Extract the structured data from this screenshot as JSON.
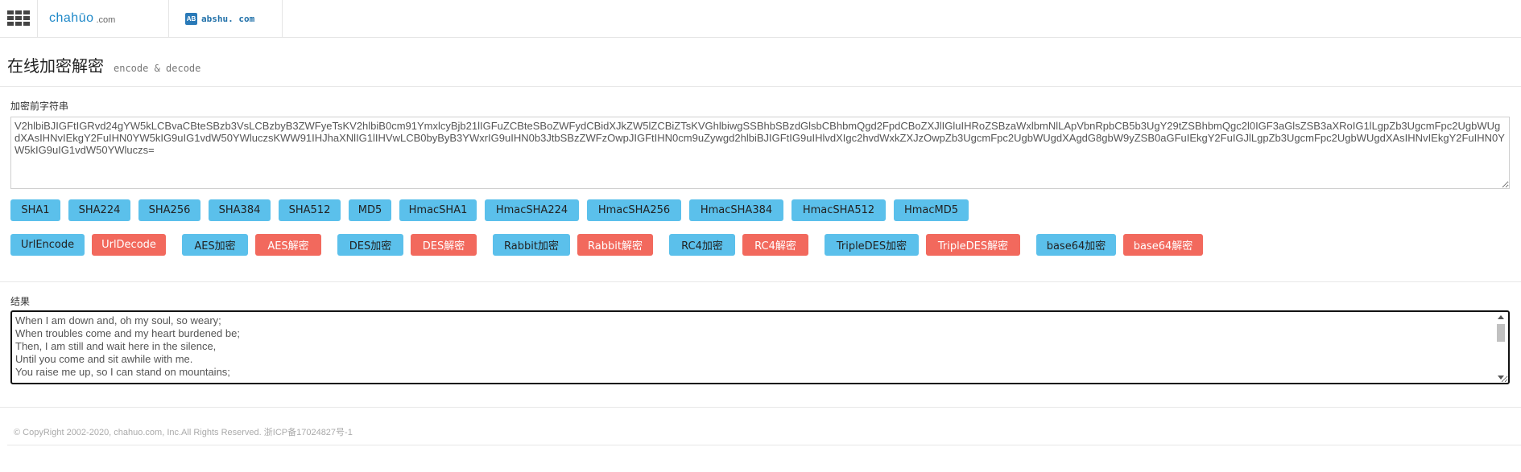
{
  "header": {
    "logo_main": "chahūo",
    "logo_sub": ".com",
    "abshu_badge": "AB",
    "abshu_label": "abshu. com"
  },
  "page": {
    "title": "在线加密解密",
    "subtitle": "encode & decode"
  },
  "input": {
    "label": "加密前字符串",
    "value": "V2hlbiBJIGFtIGRvd24gYW5kLCBvaCBteSBzb3VsLCBzbyB3ZWFyeTsKV2hlbiB0cm91YmxlcyBjb21lIGFuZCBteSBoZWFydCBidXJkZW5lZCBiZTsKVGhlbiwgSSBhbSBzdGlsbCBhbmQgd2FpdCBoZXJlIGluIHRoZSBzaWxlbmNlLApVbnRpbCB5b3UgY29tZSBhbmQgc2l0IGF3aGlsZSB3aXRoIG1lLgpZb3UgcmFpc2UgbWUgdXAsIHNvIEkgY2FuIHN0YW5kIG9uIG1vdW50YWluczsKWW91IHJhaXNlIG1lIHVwLCB0byByB3YWxrIG9uIHN0b3JtbSBzZWFzOwpJIGFtIHN0cm9uZywgd2hlbiBJIGFtIG9uIHlvdXIgc2hvdWxkZXJzOwpZb3UgcmFpc2UgbWUgdXAgdG8gbW9yZSB0aGFuIEkgY2FuIGJlLgpZb3UgcmFpc2UgbWUgdXAsIHNvIEkgY2FuIHN0YW5kIG9uIG1vdW50YWluczs="
  },
  "buttons": {
    "row1": [
      "SHA1",
      "SHA224",
      "SHA256",
      "SHA384",
      "SHA512",
      "MD5",
      "HmacSHA1",
      "HmacSHA224",
      "HmacSHA256",
      "HmacSHA384",
      "HmacSHA512",
      "HmacMD5"
    ],
    "row2": [
      {
        "label": "UrlEncode",
        "kind": "encode"
      },
      {
        "label": "UrlDecode",
        "kind": "decode"
      },
      {
        "label": "AES加密",
        "kind": "encode"
      },
      {
        "label": "AES解密",
        "kind": "decode"
      },
      {
        "label": "DES加密",
        "kind": "encode"
      },
      {
        "label": "DES解密",
        "kind": "decode"
      },
      {
        "label": "Rabbit加密",
        "kind": "encode"
      },
      {
        "label": "Rabbit解密",
        "kind": "decode"
      },
      {
        "label": "RC4加密",
        "kind": "encode"
      },
      {
        "label": "RC4解密",
        "kind": "decode"
      },
      {
        "label": "TripleDES加密",
        "kind": "encode"
      },
      {
        "label": "TripleDES解密",
        "kind": "decode"
      },
      {
        "label": "base64加密",
        "kind": "encode"
      },
      {
        "label": "base64解密",
        "kind": "decode"
      }
    ]
  },
  "result": {
    "label": "结果",
    "value": "When I am down and, oh my soul, so weary;\nWhen troubles come and my heart burdened be;\nThen, I am still and wait here in the silence,\nUntil you come and sit awhile with me.\nYou raise me up, so I can stand on mountains;"
  },
  "footer": {
    "copyright": "© CopyRight 2002-2020, chahuo.com, Inc.All Rights Reserved. 浙ICP备17024827号-1"
  },
  "colors": {
    "encode_button": "#5bc0eb",
    "decode_button": "#f2695d",
    "brand": "#1e88c8"
  }
}
